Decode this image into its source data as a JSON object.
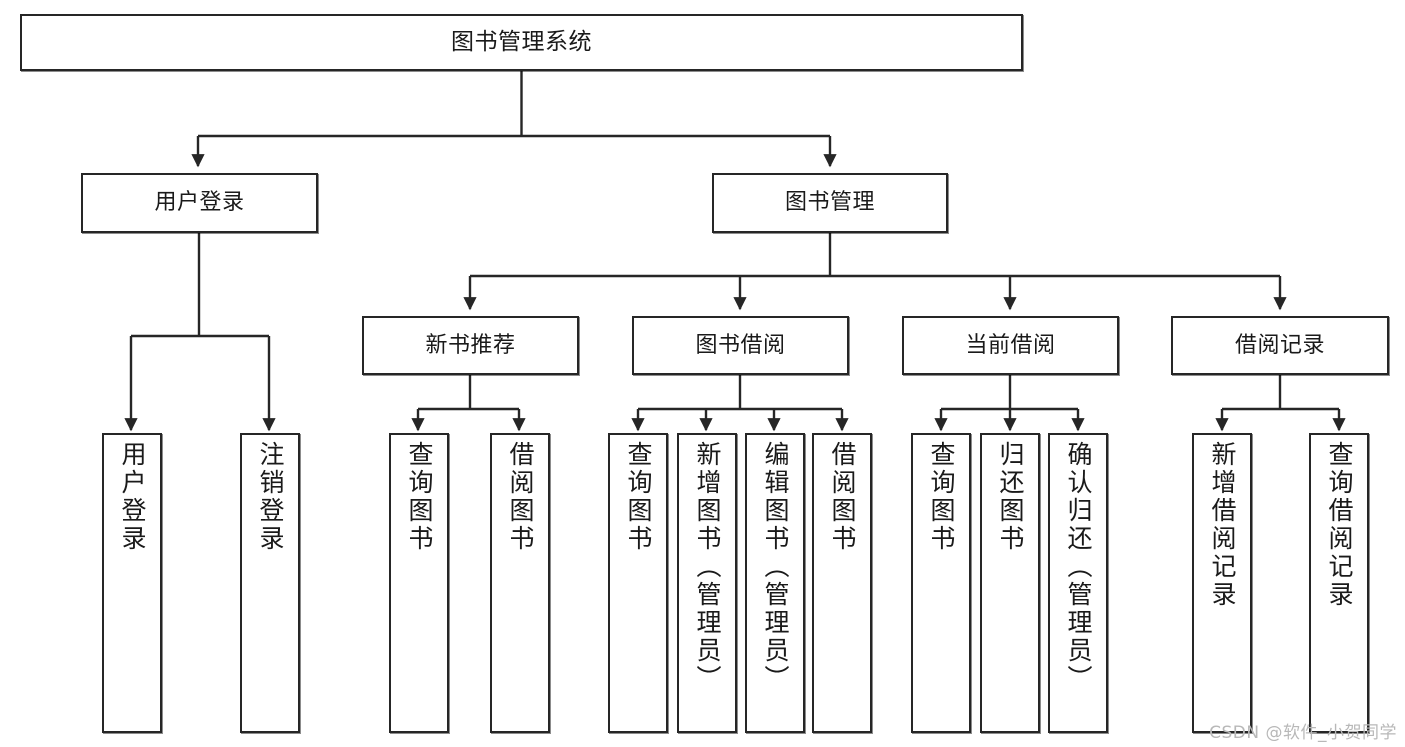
{
  "diagram": {
    "title": "图书管理系统",
    "type": "tree-hierarchy-diagram",
    "colors": {
      "box_border": "#262626",
      "box_fill": "#ffffff",
      "connector": "#262626",
      "canvas": "#ffffff",
      "watermark": "#b8b8b8"
    },
    "root": {
      "label": "图书管理系统"
    },
    "level2": [
      {
        "label": "用户登录"
      },
      {
        "label": "图书管理"
      }
    ],
    "level3": [
      {
        "label": "新书推荐"
      },
      {
        "label": "图书借阅"
      },
      {
        "label": "当前借阅"
      },
      {
        "label": "借阅记录"
      }
    ],
    "leaves": {
      "user_login": [
        {
          "label": "用户登录"
        },
        {
          "label": "注销登录"
        }
      ],
      "new_book_recommend": [
        {
          "label": "查询图书"
        },
        {
          "label": "借阅图书"
        }
      ],
      "book_borrow": [
        {
          "label": "查询图书"
        },
        {
          "label": "新增图书（管理员）"
        },
        {
          "label": "编辑图书（管理员）"
        },
        {
          "label": "借阅图书"
        }
      ],
      "current_borrow": [
        {
          "label": "查询图书"
        },
        {
          "label": "归还图书"
        },
        {
          "label": "确认归还（管理员）"
        }
      ],
      "borrow_record": [
        {
          "label": "新增借阅记录"
        },
        {
          "label": "查询借阅记录"
        }
      ]
    },
    "watermark": "CSDN @软件_小贺同学"
  }
}
